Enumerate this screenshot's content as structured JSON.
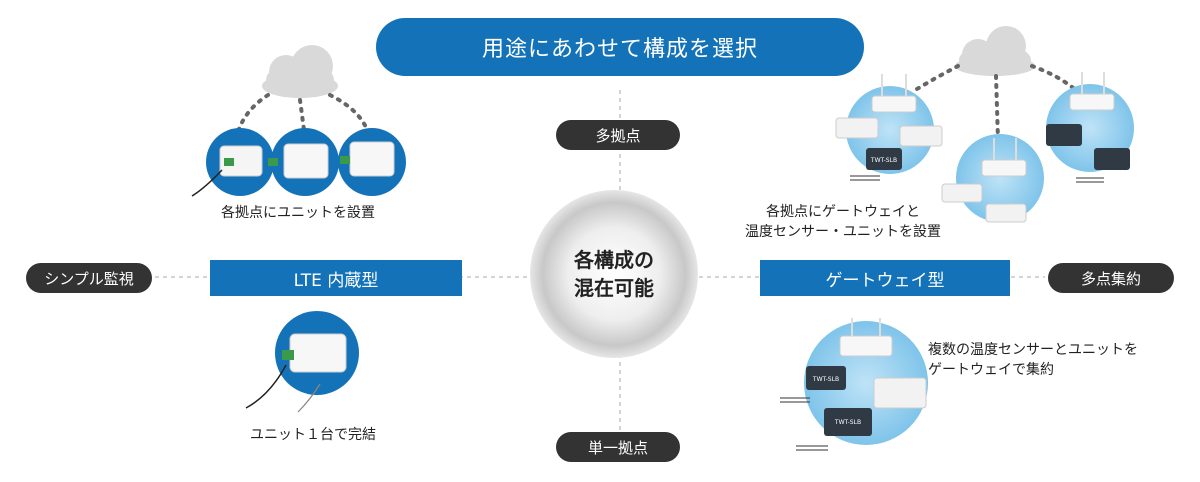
{
  "title": "用途にあわせて構成を選択",
  "axis": {
    "top": "多拠点",
    "bottom": "単一拠点",
    "left": "シンプル監視",
    "right": "多点集約"
  },
  "center": {
    "line1": "各構成の",
    "line2": "混在可能"
  },
  "types": {
    "lte": "LTE 内蔵型",
    "gateway": "ゲートウェイ型"
  },
  "captions": {
    "lte_multi": "各拠点にユニットを設置",
    "lte_single": "ユニット１台で完結",
    "gw_multi_line1": "各拠点にゲートウェイと",
    "gw_multi_line2": "温度センサー・ユニットを設置",
    "gw_single_line1": "複数の温度センサーとユニットを",
    "gw_single_line2": "ゲートウェイで集約"
  },
  "device_labels": {
    "sensor_screen": "TWT-SLB"
  },
  "colors": {
    "brand_blue": "#1473b8",
    "circle_blue": "#7fc4ea",
    "dark": "#333333",
    "cloud": "#d9d9d9"
  }
}
